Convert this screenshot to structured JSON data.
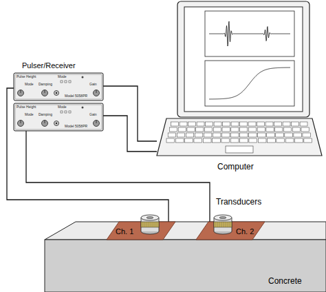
{
  "diagram": {
    "nodes": [
      {
        "text": [
          "Pulser/Receiver",
          "Pulse Height",
          "Mode",
          "Mode",
          "Damping",
          "Gain",
          "Model 5058PR"
        ]
      },
      {
        "text": [
          "Pulse Height",
          "Mode",
          "Mode",
          "Damping",
          "Gain",
          "Model 5058PR"
        ]
      },
      {
        "text": [
          "Computer"
        ]
      },
      {
        "text": [
          "Concrete"
        ]
      },
      {
        "text": [
          "Ch. 1"
        ],
        "in": 3
      },
      {
        "text": [
          "Ch. 2"
        ],
        "in": 3
      }
    ],
    "edges": [
      {
        "from": 0,
        "to": 4,
        "arrow": "none"
      },
      {
        "from": 1,
        "to": 5,
        "arrow": "none"
      },
      {
        "from": 0,
        "to": 2,
        "arrow": "none"
      },
      {
        "from": 1,
        "to": 2,
        "arrow": "none"
      }
    ],
    "labels": [
      "Transducers"
    ]
  }
}
